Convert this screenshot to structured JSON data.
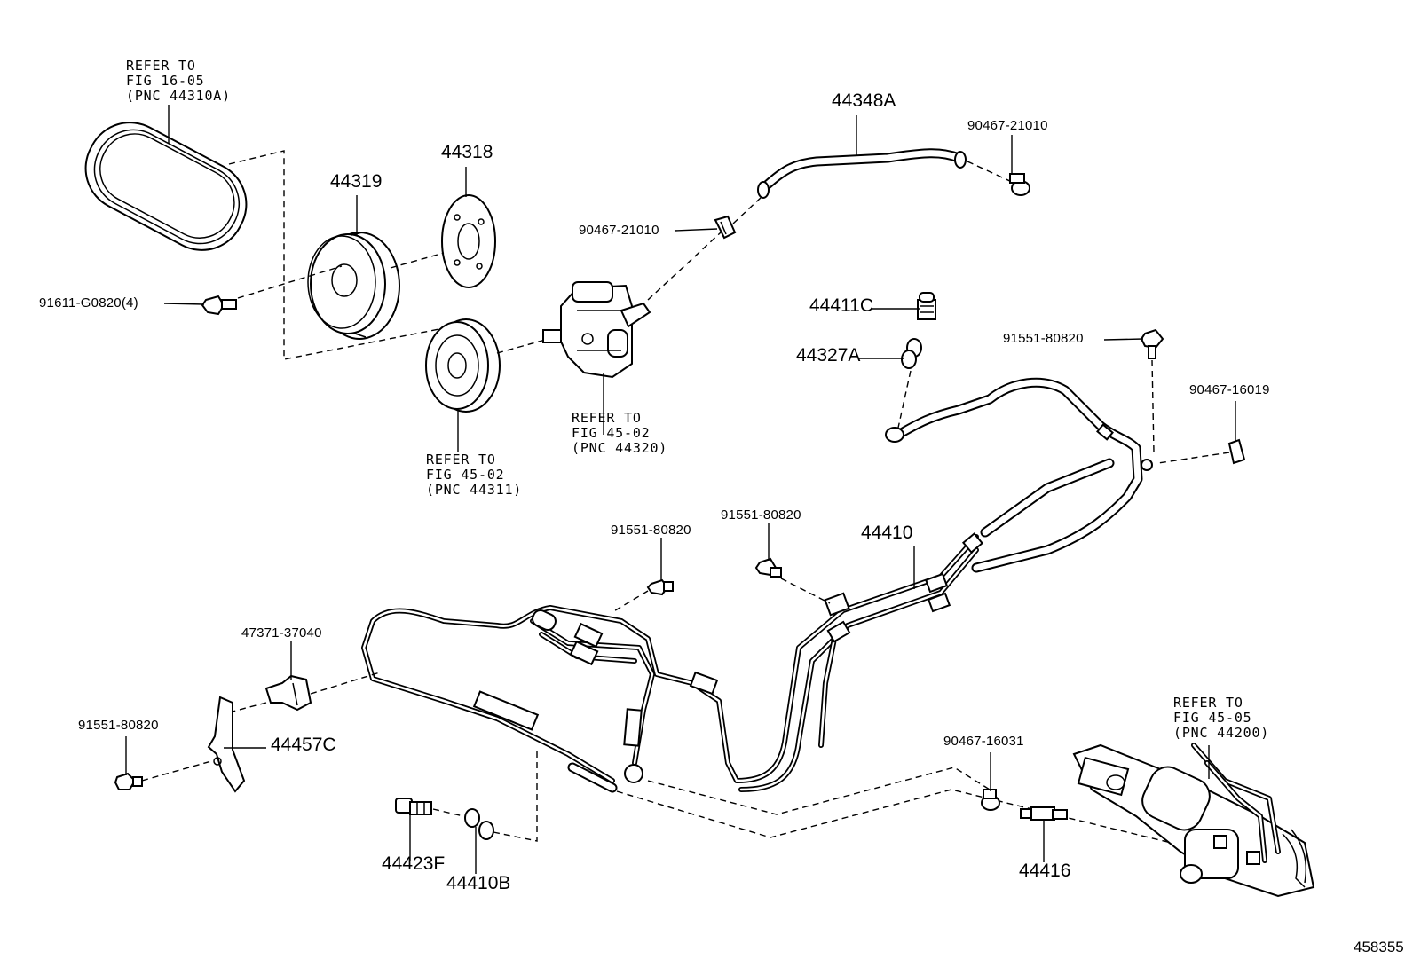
{
  "figure_number": "458355",
  "refs": {
    "belt": [
      "REFER TO",
      "FIG 16-05",
      "(PNC 44310A)"
    ],
    "pump": [
      "REFER TO",
      "FIG 45-02",
      "(PNC 44320)"
    ],
    "pulley": [
      "REFER TO",
      "FIG 45-02",
      "(PNC 44311)"
    ],
    "gear": [
      "REFER TO",
      "FIG 45-05",
      "(PNC 44200)"
    ]
  },
  "labels": {
    "p44348A": "44348A",
    "p90467_21010_a": "90467-21010",
    "p90467_21010_b": "90467-21010",
    "p44318": "44318",
    "p44319": "44319",
    "p91611": "91611-G0820(4)",
    "p44411C": "44411C",
    "p44327A": "44327A",
    "p91551_r": "91551-80820",
    "p90467_16019": "90467-16019",
    "p91551_m1": "91551-80820",
    "p91551_m2": "91551-80820",
    "p44410": "44410",
    "p47371": "47371-37040",
    "p91551_l": "91551-80820",
    "p44457C": "44457C",
    "p90467_16031": "90467-16031",
    "p44423F": "44423F",
    "p44410B": "44410B",
    "p44416": "44416"
  }
}
